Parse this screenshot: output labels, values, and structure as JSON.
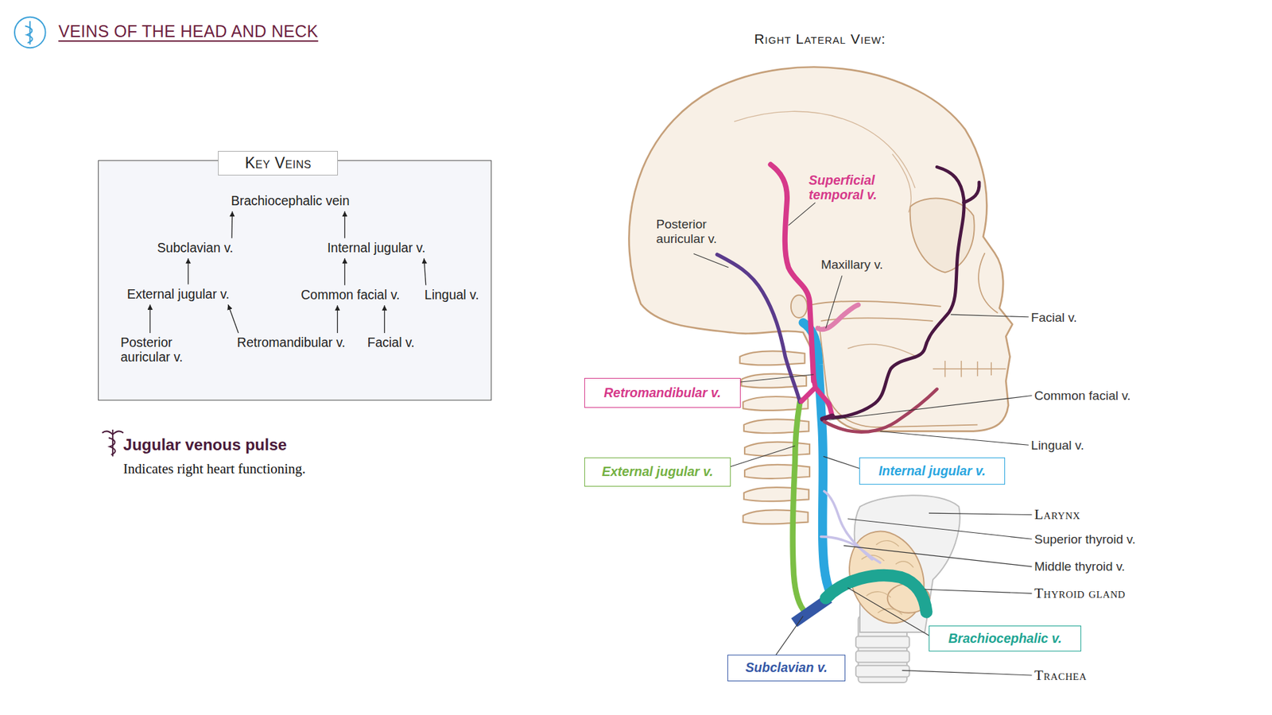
{
  "diagram": {
    "title": "VEINS OF THE HEAD AND NECK",
    "nodes": [
      {
        "text": [
          "Key Veins"
        ]
      },
      {
        "text": [
          "Brachiocephalic vein"
        ],
        "in": 0
      },
      {
        "text": [
          "Subclavian v."
        ],
        "in": 0
      },
      {
        "text": [
          "Internal jugular v."
        ],
        "in": 0
      },
      {
        "text": [
          "External jugular v."
        ],
        "in": 0
      },
      {
        "text": [
          "Common facial v."
        ],
        "in": 0
      },
      {
        "text": [
          "Lingual v."
        ],
        "in": 0
      },
      {
        "text": [
          "Posterior auricular v."
        ],
        "in": 0
      },
      {
        "text": [
          "Retromandibular v."
        ],
        "in": 0
      },
      {
        "text": [
          "Facial v."
        ],
        "in": 0
      },
      {
        "text": [
          "Retromandibular v."
        ]
      },
      {
        "text": [
          "External jugular v."
        ]
      },
      {
        "text": [
          "Internal jugular v."
        ]
      },
      {
        "text": [
          "Brachiocephalic v."
        ]
      },
      {
        "text": [
          "Subclavian v."
        ]
      }
    ],
    "edges": [
      {
        "from": 2,
        "to": 1,
        "arrow": "to"
      },
      {
        "from": 3,
        "to": 1,
        "arrow": "to"
      },
      {
        "from": 4,
        "to": 2,
        "arrow": "to"
      },
      {
        "from": 5,
        "to": 3,
        "arrow": "to"
      },
      {
        "from": 6,
        "to": 3,
        "arrow": "to"
      },
      {
        "from": 7,
        "to": 4,
        "arrow": "to"
      },
      {
        "from": 8,
        "to": 4,
        "arrow": "to"
      },
      {
        "from": 8,
        "to": 5,
        "arrow": "to"
      },
      {
        "from": 9,
        "to": 5,
        "arrow": "to"
      }
    ],
    "labels": [
      "Jugular venous pulse",
      "Indicates right heart functioning.",
      "Right Lateral View:",
      "Superficial temporal v.",
      "Posterior auricular v.",
      "Maxillary v.",
      "Facial v.",
      "Common facial v.",
      "Lingual v.",
      "Larynx",
      "Superior thyroid v.",
      "Middle thyroid v.",
      "Thyroid gland",
      "Trachea"
    ]
  }
}
